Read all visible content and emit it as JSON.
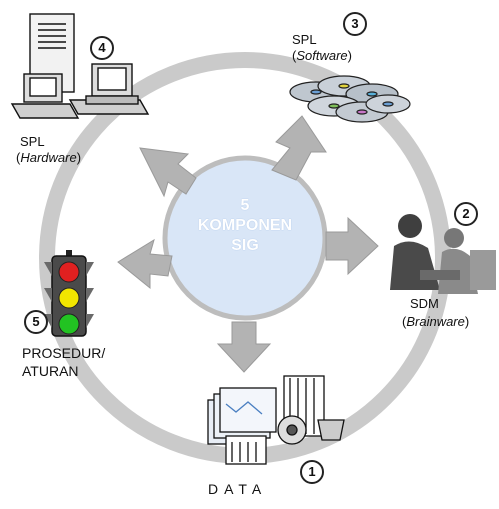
{
  "center": {
    "line1": "5",
    "line2": "KOMPONEN",
    "line3": "SIG"
  },
  "components": [
    {
      "number": "1",
      "label": "DATA",
      "icon": "data-files-icon"
    },
    {
      "number": "2",
      "label": "SDM",
      "sublabel": "Brainware",
      "icon": "people-icon"
    },
    {
      "number": "3",
      "label": "SPL",
      "sublabel": "Software",
      "icon": "cd-discs-icon"
    },
    {
      "number": "4",
      "label": "SPL",
      "sublabel": "Hardware",
      "icon": "computer-hardware-icon"
    },
    {
      "number": "5",
      "label": "PROSEDUR/",
      "label2": "ATURAN",
      "icon": "traffic-light-icon"
    }
  ],
  "colors": {
    "ring": "#c8c8c8",
    "arrow": "#b3b3b3",
    "center_fill": "#d9e6f7",
    "center_text": "#ffffff",
    "light_red": "#e02020",
    "light_yellow": "#f2e600",
    "light_green": "#22c322"
  }
}
